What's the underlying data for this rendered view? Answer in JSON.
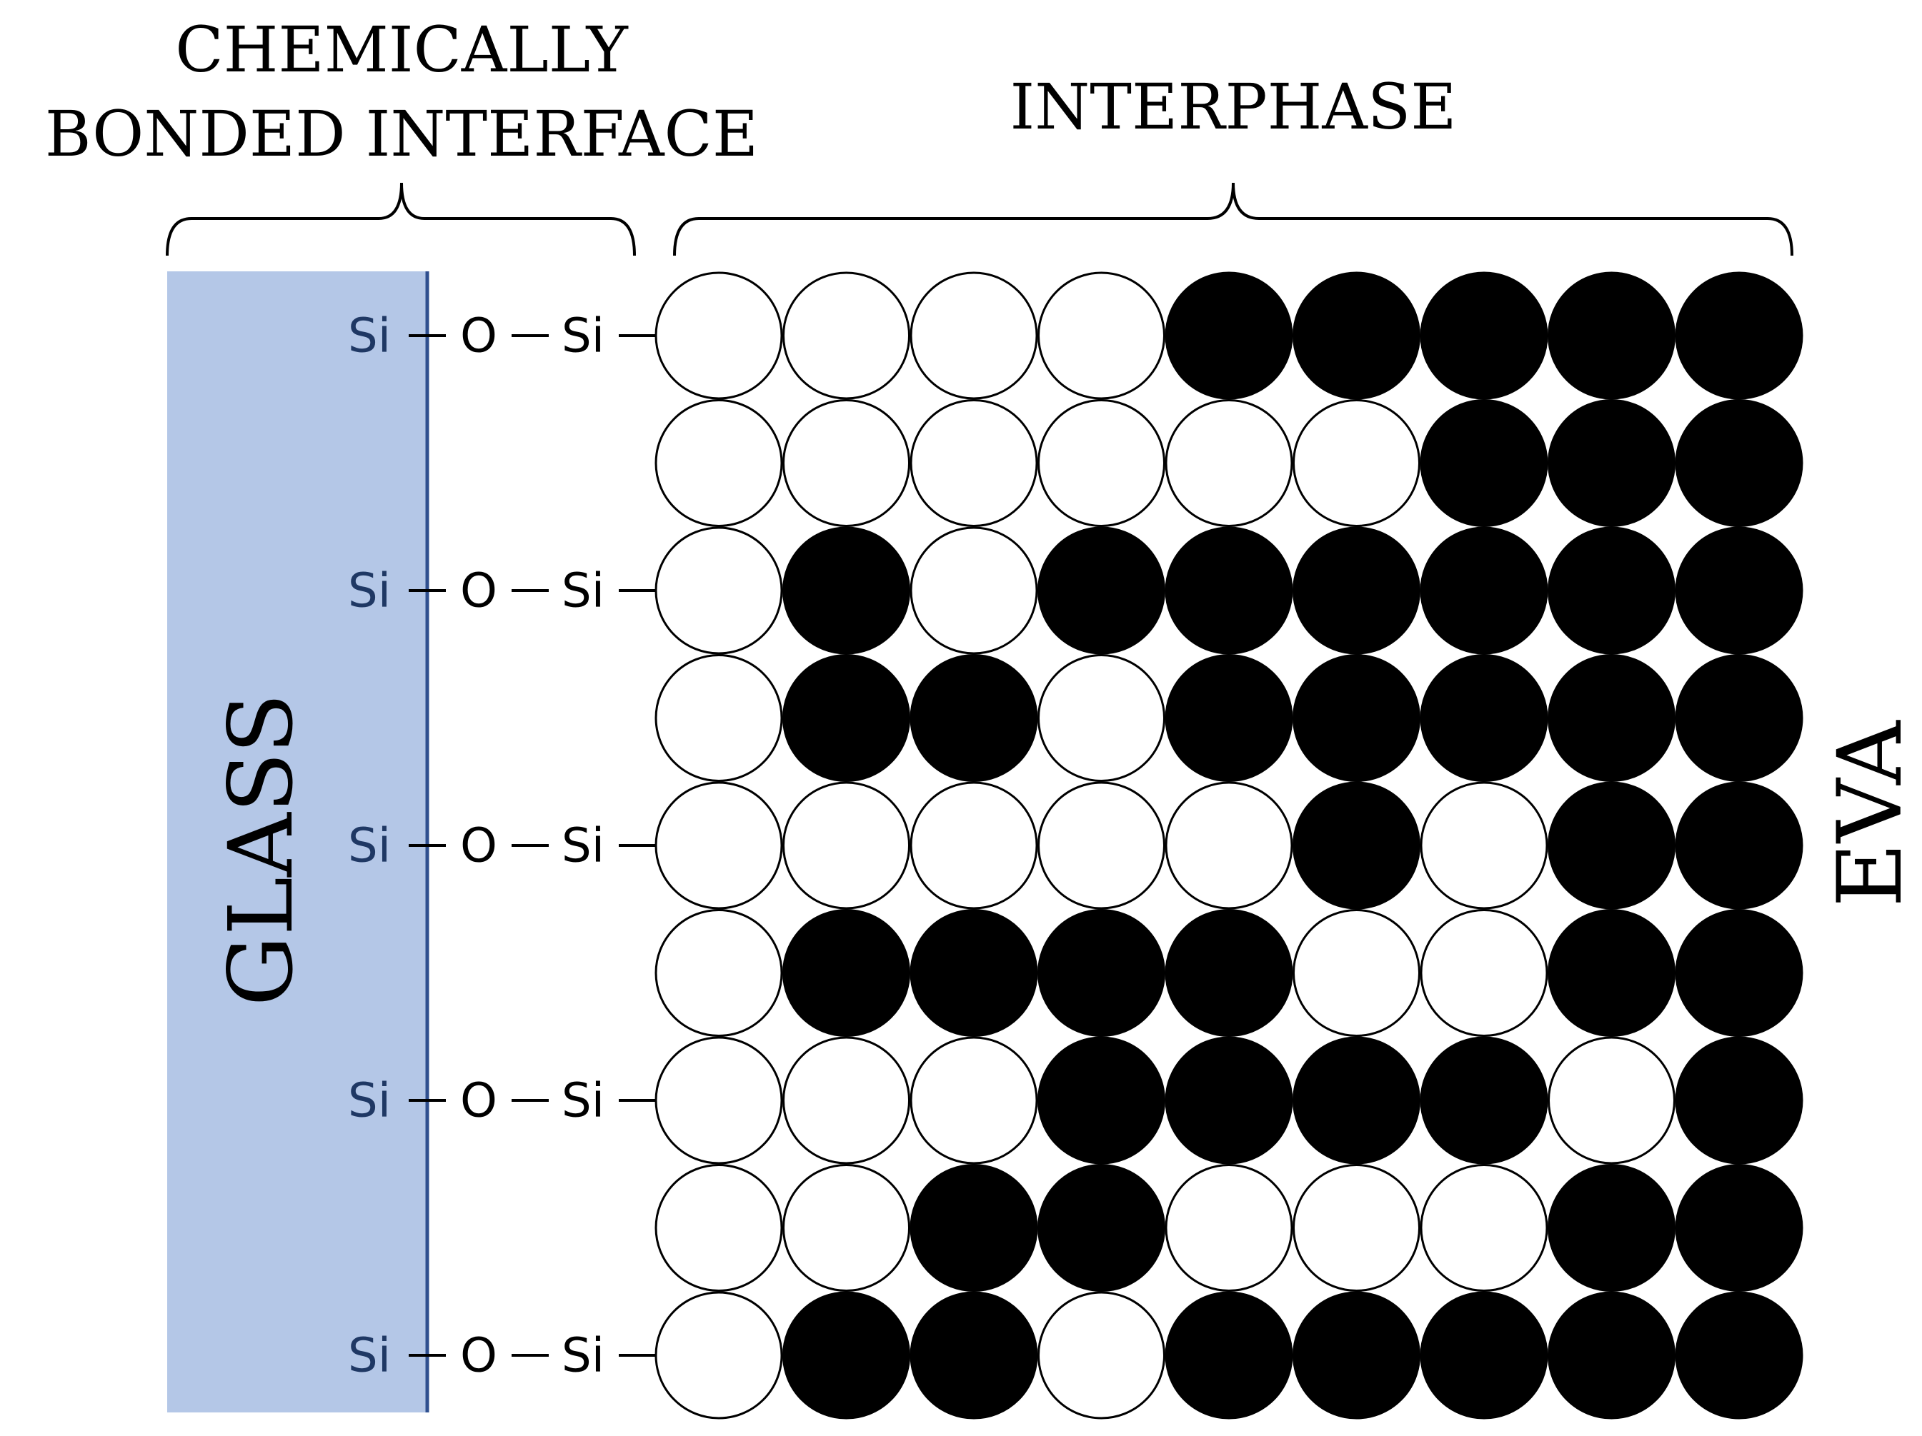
{
  "labels": {
    "interface_line1": "CHEMICALLY",
    "interface_line2": "BONDED INTERFACE",
    "interphase": "INTERPHASE",
    "glass": "GLASS",
    "eva": "EVA"
  },
  "bond": {
    "si_glass": "Si",
    "oxygen": "O",
    "si_coupling": "Si"
  },
  "colors": {
    "glass_fill": "#b4c7e7",
    "glass_edge": "#2f4f8f",
    "glass_text": "#1f3864",
    "filled": "#000000",
    "empty": "#ffffff"
  },
  "bonded_rows": [
    0,
    2,
    4,
    6,
    8
  ],
  "grid": [
    [
      0,
      0,
      0,
      0,
      1,
      1,
      1,
      1,
      1
    ],
    [
      0,
      0,
      0,
      0,
      0,
      0,
      1,
      1,
      1
    ],
    [
      0,
      1,
      0,
      1,
      1,
      1,
      1,
      1,
      1
    ],
    [
      0,
      1,
      1,
      0,
      1,
      1,
      1,
      1,
      1
    ],
    [
      0,
      0,
      0,
      0,
      0,
      1,
      0,
      1,
      1
    ],
    [
      0,
      1,
      1,
      1,
      1,
      0,
      0,
      1,
      1
    ],
    [
      0,
      0,
      0,
      1,
      1,
      1,
      1,
      0,
      1
    ],
    [
      0,
      0,
      1,
      1,
      0,
      0,
      0,
      1,
      1
    ],
    [
      0,
      1,
      1,
      0,
      1,
      1,
      1,
      1,
      1
    ]
  ]
}
